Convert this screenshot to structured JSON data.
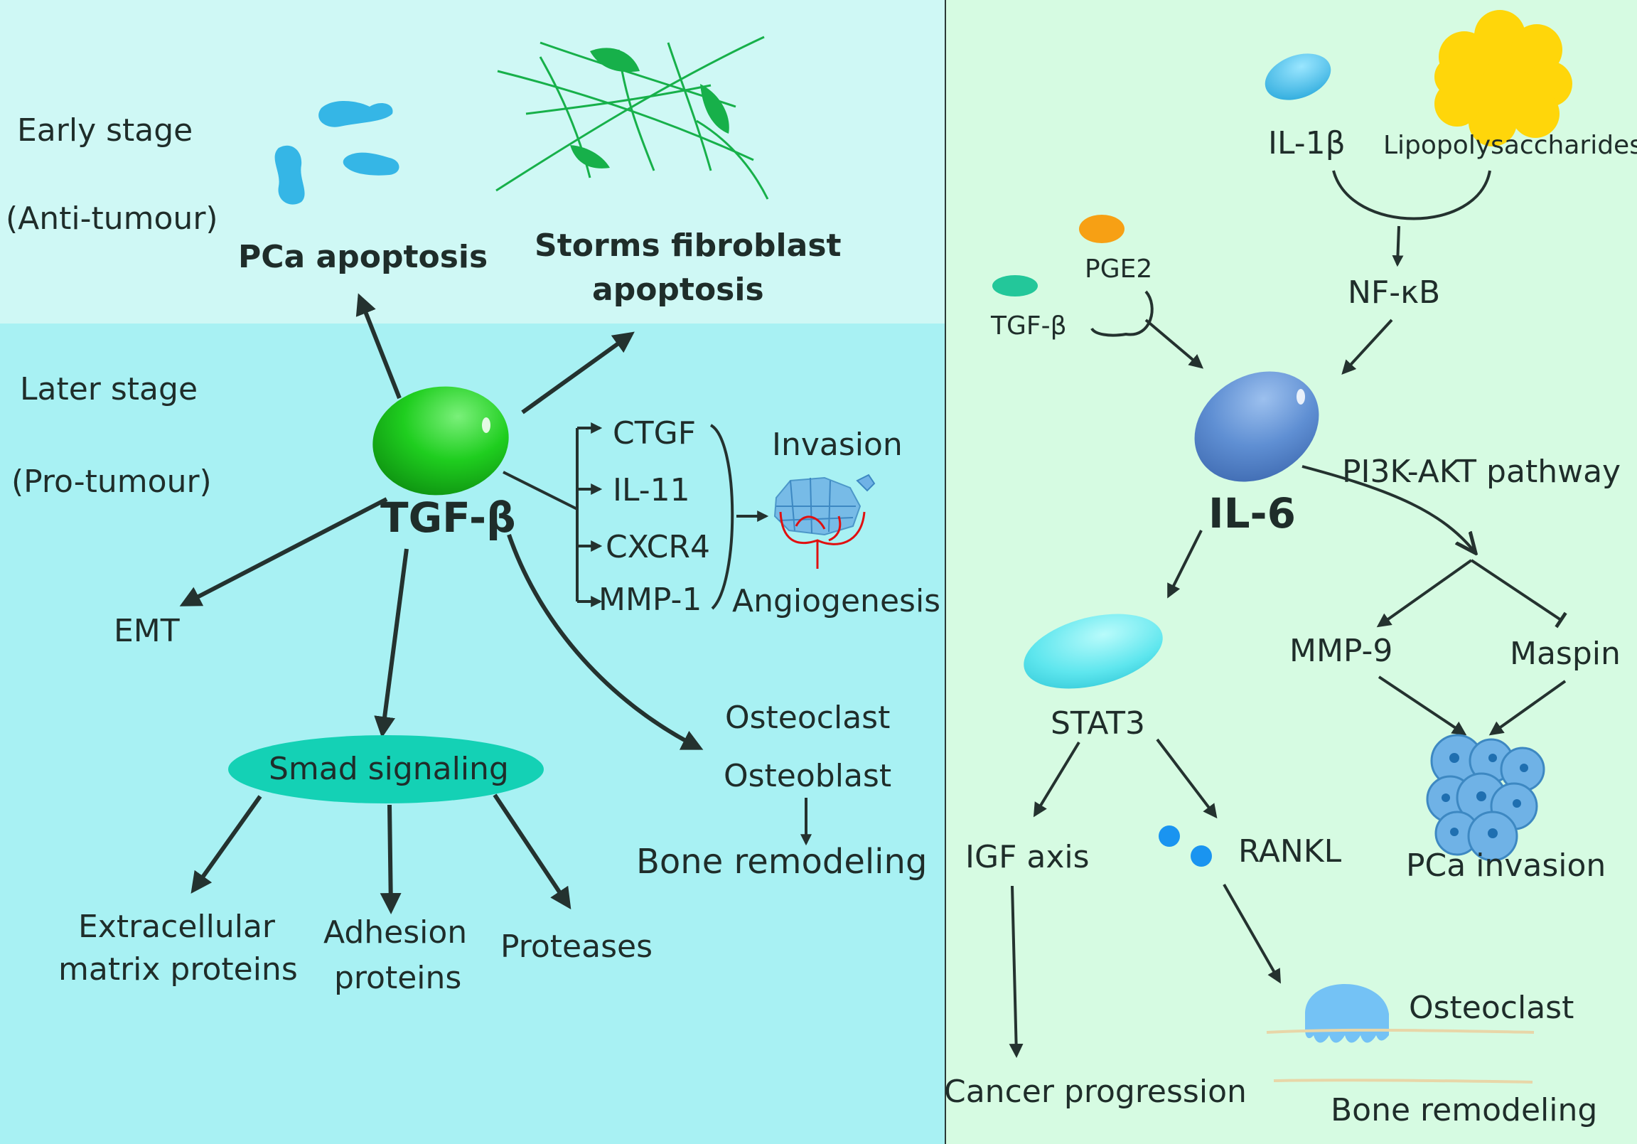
{
  "colors": {
    "left_top_bg": "#cff8f5",
    "left_bottom_bg": "#a8f1f3",
    "right_bg": "#d6fbe2",
    "tgf_beta_node": "#1fce1f",
    "smad_node": "#14d1b5",
    "il6_node": "#5f8fd3",
    "stat3_node": "#5ee6ee",
    "il1b_node": "#3fc3e6",
    "lps_node": "#ffd60a",
    "pge2_node": "#f7a014",
    "tgfb_small_node": "#23c79a",
    "rankl_dots": "#1a94f0",
    "osteoclast_cell": "#74c2f5",
    "invasion_cells": "#6fb2e6",
    "vessels": "#e01010",
    "fibroblast": "#17b04a",
    "apoptosis_cells": "#35b6e6"
  },
  "icons": [
    "apoptosis-cells-icon",
    "fibroblast-network-icon",
    "tumour-vessels-icon",
    "cell-cluster-icon",
    "osteoclast-cell-icon",
    "lps-cloud-icon"
  ],
  "left": {
    "early_stage": "Early stage",
    "anti_tumour": "(Anti-tumour)",
    "pca_apoptosis": "PCa apoptosis",
    "storms_line1": "Storms fibroblast",
    "storms_line2": "apoptosis",
    "later_stage": "Later stage",
    "pro_tumour": "(Pro-tumour)",
    "tgf_beta": "TGF-β",
    "targets": [
      "CTGF",
      "IL-11",
      "CXCR4",
      "MMP-1"
    ],
    "invasion": "Invasion",
    "angiogenesis": "Angiogenesis",
    "emt": "EMT",
    "smad": "Smad signaling",
    "osteoclast": "Osteoclast",
    "osteoblast": "Osteoblast",
    "bone_remodeling": "Bone remodeling",
    "ecm_line1": "Extracellular",
    "ecm_line2": "matrix proteins",
    "adhesion_line1": "Adhesion",
    "adhesion_line2": "proteins",
    "proteases": "Proteases"
  },
  "right": {
    "il1b": "IL-1β",
    "lps": "Lipopolysaccharides",
    "pge2": "PGE2",
    "tgf_beta": "TGF-β",
    "nfkb": "NF-κB",
    "pi3k": "PI3K-AKT pathway",
    "il6": "IL-6",
    "mmp9": "MMP-9",
    "maspin": "Maspin",
    "stat3": "STAT3",
    "pca_invasion": "PCa invasion",
    "igf_axis": "IGF axis",
    "rankl": "RANKL",
    "osteoclast": "Osteoclast",
    "bone_remodeling": "Bone remodeling",
    "cancer_progression": "Cancer progression"
  }
}
